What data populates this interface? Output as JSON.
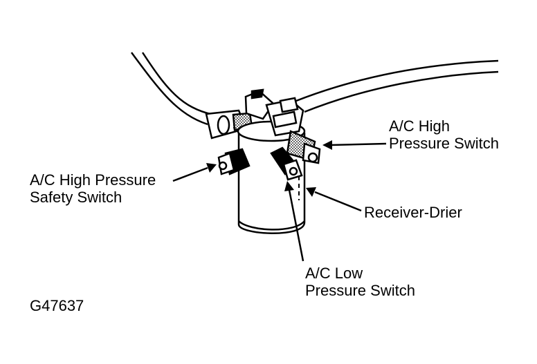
{
  "figure_id": "G47637",
  "labels": {
    "high_pressure_switch": [
      "A/C High",
      "Pressure Switch"
    ],
    "high_pressure_safety_switch": [
      "A/C High Pressure",
      "Safety Switch"
    ],
    "receiver_drier": [
      "Receiver-Drier"
    ],
    "low_pressure_switch": [
      "A/C Low",
      "Pressure Switch"
    ]
  },
  "colors": {
    "ink": "#000000",
    "paper": "#ffffff"
  }
}
